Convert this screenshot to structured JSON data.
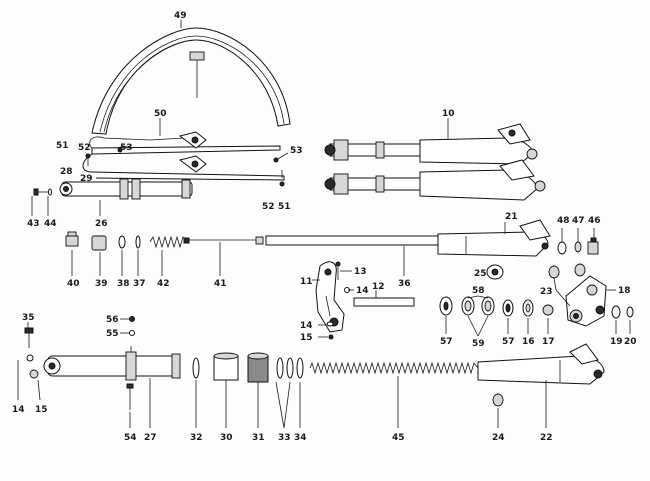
{
  "diagram": {
    "labels": {
      "n49": "49",
      "n50": "50",
      "n10": "10",
      "n51a": "51",
      "n52a": "52",
      "n53a": "53",
      "n53b": "53",
      "n28": "28",
      "n29": "29",
      "n43": "43",
      "n44": "44",
      "n26": "26",
      "n52b": "52",
      "n51b": "51",
      "n48": "48",
      "n47": "47",
      "n46": "46",
      "n21": "21",
      "n40": "40",
      "n39": "39",
      "n38": "38",
      "n37": "37",
      "n42": "42",
      "n41": "41",
      "n36": "36",
      "n25": "25",
      "n11": "11",
      "n13": "13",
      "n14a": "14",
      "n12": "12",
      "n58": "58",
      "n23": "23",
      "n18": "18",
      "n56": "56",
      "n55": "55",
      "n35": "35",
      "n14b": "14",
      "n15a": "15",
      "n57a": "57",
      "n59": "59",
      "n57b": "57",
      "n16": "16",
      "n17": "17",
      "n19": "19",
      "n20": "20",
      "n14c": "14",
      "n15b": "15",
      "n54": "54",
      "n27": "27",
      "n32": "32",
      "n30": "30",
      "n31": "31",
      "n33": "33",
      "n34": "34",
      "n45": "45",
      "n24": "24",
      "n22": "22"
    }
  }
}
